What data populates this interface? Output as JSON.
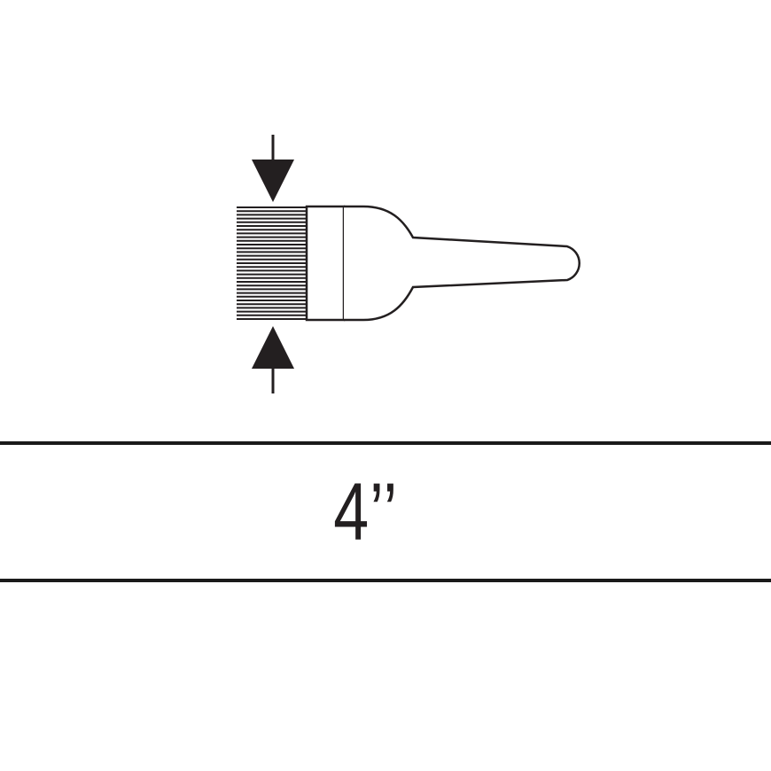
{
  "size": {
    "label": "4’’",
    "value": 4,
    "unit": "inch"
  },
  "icons": [
    "paint-brush-icon",
    "arrow-down-icon",
    "arrow-up-icon"
  ],
  "colors": {
    "ink": "#231f20",
    "background": "#ffffff"
  }
}
